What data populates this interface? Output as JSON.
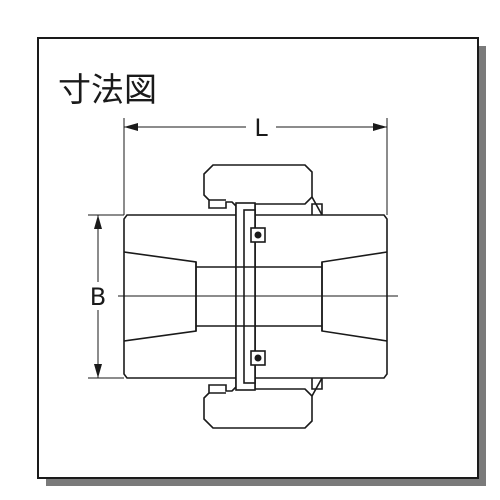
{
  "title": "寸法図",
  "dimensions": {
    "length_label": "L",
    "height_label": "B"
  },
  "colors": {
    "line": "#1a1a1a",
    "shadow": "#7a7a7a",
    "background": "#ffffff"
  }
}
